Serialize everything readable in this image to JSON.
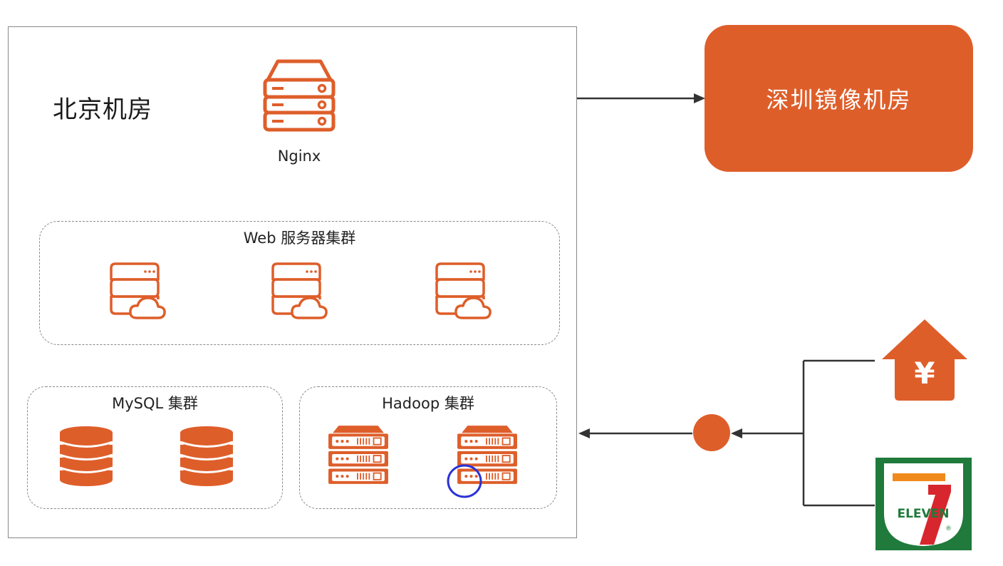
{
  "beijing_room": {
    "title": "北京机房",
    "nginx_label": "Nginx",
    "web_cluster_label": "Web 服务器集群",
    "mysql_cluster_label": "MySQL 集群",
    "hadoop_cluster_label": "Hadoop 集群"
  },
  "shenzhen_room": {
    "title": "深圳镜像机房"
  },
  "external_sources": {
    "bank_icon": "house-yen-icon",
    "bank_symbol": "¥",
    "store_logo_text": "ELEVEN",
    "store_logo_reg": "®"
  },
  "colors": {
    "accent": "#de5e2a",
    "border": "#888888",
    "arrow": "#333333",
    "highlight_circle": "#2a32d6",
    "seven_green": "#1f7a3b",
    "seven_red": "#d8262e",
    "seven_orange": "#f08a1c"
  }
}
